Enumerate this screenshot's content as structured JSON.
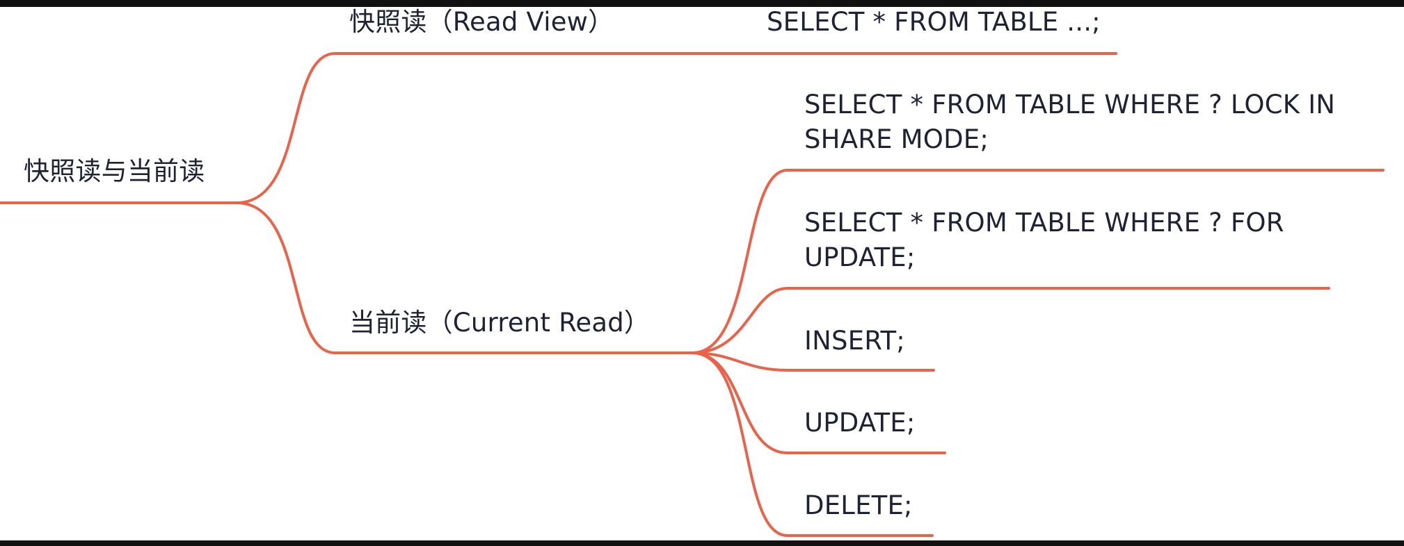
{
  "diagram": {
    "line_color": "#e8634a",
    "text_color": "#1e2235",
    "root": {
      "label": "快照读与当前读"
    },
    "branches": [
      {
        "label": "快照读（Read View）",
        "children": [
          {
            "label": "SELECT * FROM TABLE ...;"
          }
        ]
      },
      {
        "label": "当前读（Current Read）",
        "children": [
          {
            "label": "SELECT * FROM TABLE WHERE ? LOCK IN SHARE MODE;"
          },
          {
            "label": "SELECT * FROM TABLE WHERE ? FOR UPDATE;"
          },
          {
            "label": "INSERT;"
          },
          {
            "label": "UPDATE;"
          },
          {
            "label": "DELETE;"
          }
        ]
      }
    ]
  }
}
